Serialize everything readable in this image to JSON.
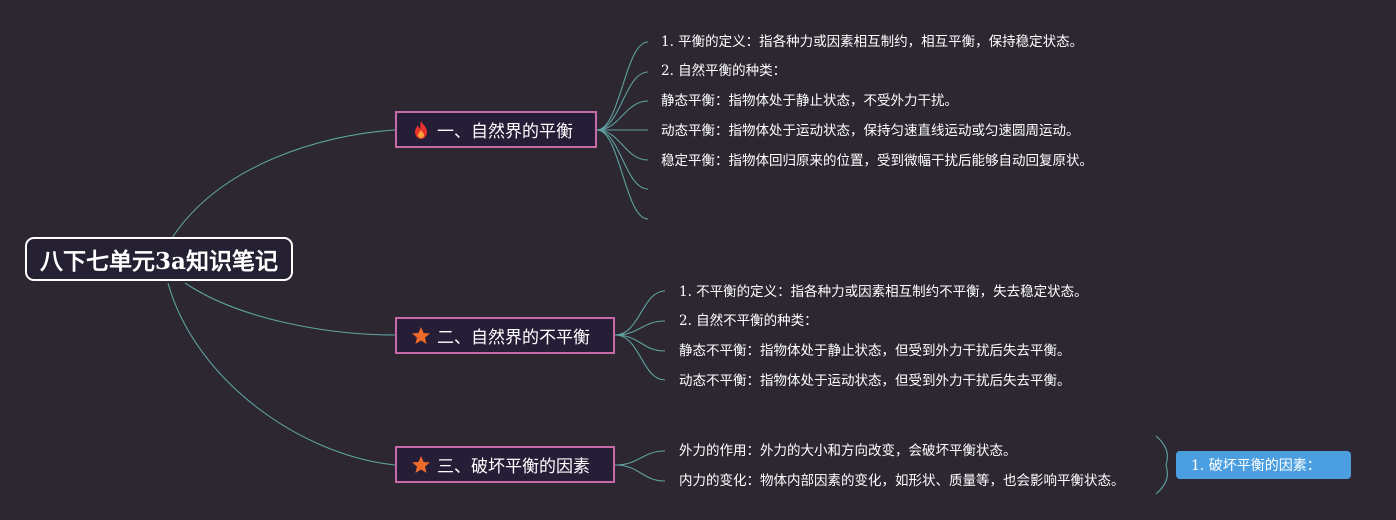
{
  "root": {
    "title": "八下七单元3a知识笔记"
  },
  "branches": [
    {
      "title": "一、自然界的平衡",
      "icon": "fire-icon",
      "items": [
        "1. 平衡的定义：指各种力或因素相互制约，相互平衡，保持稳定状态。",
        "2. 自然平衡的种类：",
        "静态平衡：指物体处于静止状态，不受外力干扰。",
        "动态平衡：指物体处于运动状态，保持匀速直线运动或匀速圆周运动。",
        "稳定平衡：指物体回归原来的位置，受到微幅干扰后能够自动回复原状。"
      ]
    },
    {
      "title": "二、自然界的不平衡",
      "icon": "star-icon",
      "items": [
        "1. 不平衡的定义：指各种力或因素相互制约不平衡，失去稳定状态。",
        "2. 自然不平衡的种类：",
        "静态不平衡：指物体处于静止状态，但受到外力干扰后失去平衡。",
        "动态不平衡：指物体处于运动状态，但受到外力干扰后失去平衡。"
      ]
    },
    {
      "title": "三、破坏平衡的因素",
      "icon": "star-icon",
      "items": [
        "外力的作用：外力的大小和方向改变，会破坏平衡状态。",
        "内力的变化：物体内部因素的变化，如形状、质量等，也会影响平衡状态。"
      ]
    }
  ],
  "summary": {
    "label": "1. 破坏平衡的因素："
  },
  "colors": {
    "background": "#2c2731",
    "connector": "#5fa3a0",
    "branch_border": "#c76ba6",
    "summary_fill": "#4b9fe0"
  }
}
